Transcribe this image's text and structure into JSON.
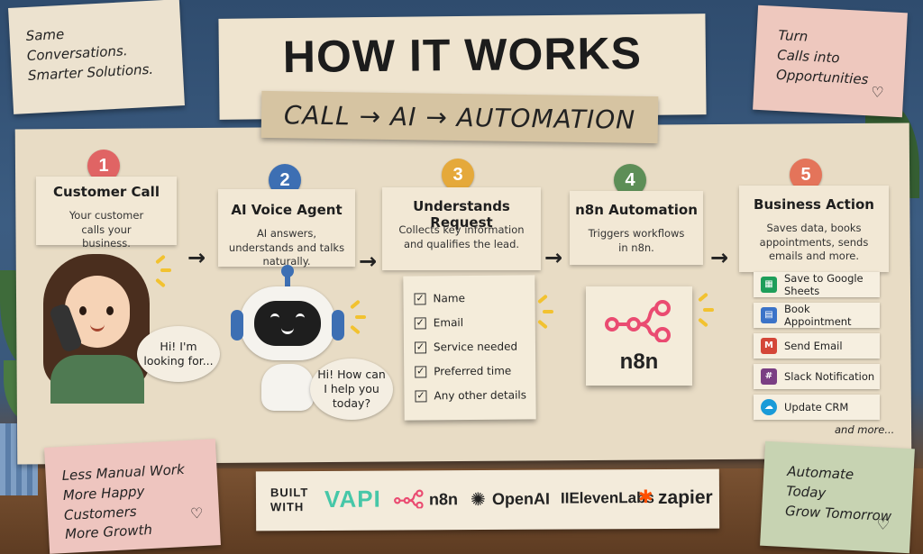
{
  "title": "HOW IT WORKS",
  "subtitle": "CALL → AI → AUTOMATION",
  "notes": {
    "top_left": [
      "Same",
      "Conversations.",
      "Smarter Solutions."
    ],
    "top_right": [
      "Turn",
      "Calls into",
      "Opportunities"
    ],
    "bottom_left": [
      "Less Manual Work",
      "More Happy Customers",
      "More Growth"
    ],
    "bottom_right": [
      "Automate",
      "Today",
      "Grow Tomorrow"
    ]
  },
  "steps": [
    {
      "number": "1",
      "title": "Customer Call",
      "desc": "Your customer calls your business.",
      "color": "#e06464"
    },
    {
      "number": "2",
      "title": "AI Voice Agent",
      "desc": "AI answers, understands and talks naturally.",
      "color": "#3d6fb3"
    },
    {
      "number": "3",
      "title": "Understands Request",
      "desc": "Collects key information and qualifies the lead.",
      "color": "#e5a93a"
    },
    {
      "number": "4",
      "title": "n8n Automation",
      "desc": "Triggers workflows in n8n.",
      "color": "#5d8e57"
    },
    {
      "number": "5",
      "title": "Business Action",
      "desc": "Saves data, books appointments, sends emails and more.",
      "color": "#e4745a"
    }
  ],
  "bubbles": {
    "customer": [
      "Hi! I'm",
      "looking for..."
    ],
    "agent": [
      "Hi! How can",
      "I help you",
      "today?"
    ]
  },
  "checklist": [
    "Name",
    "Email",
    "Service needed",
    "Preferred time",
    "Any other details"
  ],
  "n8n_logo_text": "n8n",
  "actions": [
    {
      "label": "Save to Google Sheets",
      "icon": "google-sheets-icon",
      "color": "#1e9e5a"
    },
    {
      "label": "Book Appointment",
      "icon": "calendar-icon",
      "color": "#3b73c8"
    },
    {
      "label": "Send Email",
      "icon": "gmail-icon",
      "color": "#d44638"
    },
    {
      "label": "Slack Notification",
      "icon": "slack-icon",
      "color": "#7a3e83"
    },
    {
      "label": "Update CRM",
      "icon": "salesforce-icon",
      "color": "#1a9bd8"
    }
  ],
  "and_more": "and more...",
  "built_with": {
    "label": [
      "BUILT",
      "WITH"
    ],
    "brands": [
      {
        "name": "VAPI",
        "color": "#46c7a8"
      },
      {
        "name": "n8n",
        "color": "#222222"
      },
      {
        "name": "OpenAI",
        "color": "#222222"
      },
      {
        "name": "IIElevenLabs",
        "color": "#222222"
      },
      {
        "name": "zapier",
        "color": "#222222"
      }
    ]
  }
}
